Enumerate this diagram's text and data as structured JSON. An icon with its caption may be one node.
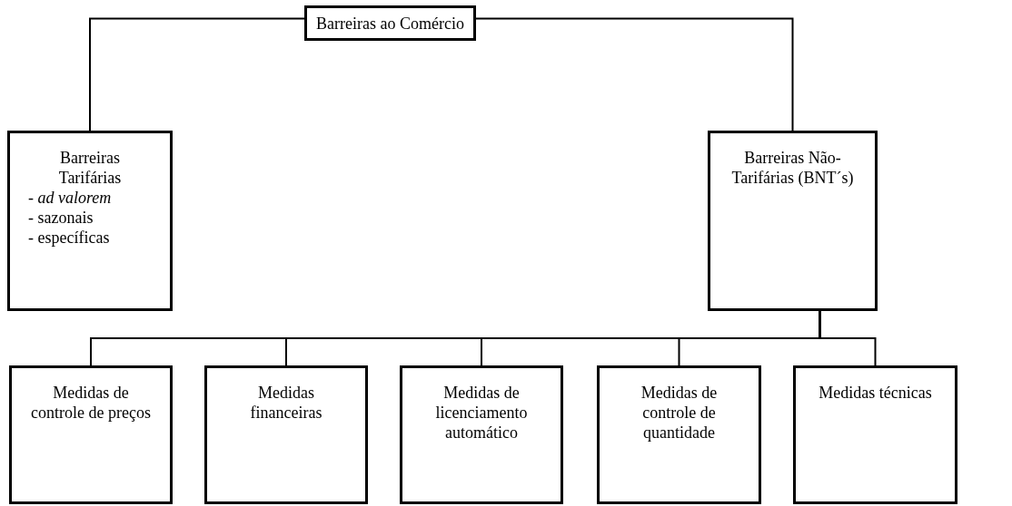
{
  "diagram": {
    "nodes": [
      {
        "text": [
          "Barreiras ao Comércio"
        ]
      },
      {
        "text": [
          "Barreiras Tarifárias",
          "- *ad valorem*",
          "- sazonais",
          "- específicas"
        ]
      },
      {
        "text": [
          "Barreiras Não-Tarifárias (BNT´s)"
        ]
      },
      {
        "text": [
          "Medidas de controle de preços"
        ]
      },
      {
        "text": [
          "Medidas financeiras"
        ]
      },
      {
        "text": [
          "Medidas de licenciamento automático"
        ]
      },
      {
        "text": [
          "Medidas de controle de quantidade"
        ]
      },
      {
        "text": [
          "Medidas técnicas"
        ]
      }
    ],
    "edges": [
      {
        "from": 0,
        "to": 1,
        "arrow": "none"
      },
      {
        "from": 0,
        "to": 2,
        "arrow": "none"
      },
      {
        "from": 2,
        "to": 3,
        "arrow": "none"
      },
      {
        "from": 2,
        "to": 4,
        "arrow": "none"
      },
      {
        "from": 2,
        "to": 5,
        "arrow": "none"
      },
      {
        "from": 2,
        "to": 6,
        "arrow": "none"
      },
      {
        "from": 2,
        "to": 7,
        "arrow": "none"
      }
    ]
  }
}
